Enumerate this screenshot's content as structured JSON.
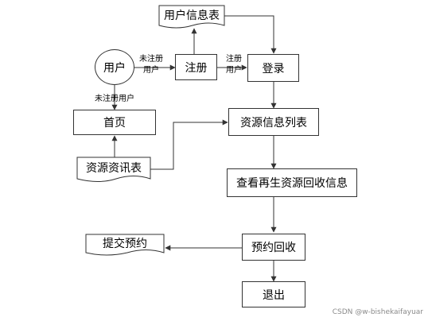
{
  "nodes": {
    "user_info_table": "用户信息表",
    "user": "用户",
    "register": "注册",
    "login": "登录",
    "home": "首页",
    "resource_info_list": "资源信息列表",
    "resource_news_table": "资源资讯表",
    "view_recycle_info": "查看再生资源回收信息",
    "book_recycle": "预约回收",
    "submit_booking": "提交预约",
    "logout": "退出"
  },
  "edge_labels": {
    "unregistered_user_1": "未注册\n用户",
    "registered_user": "注册\n用户",
    "unregistered_user_2": "未注册用户"
  },
  "watermark": "CSDN @w-bishekaifayuar"
}
